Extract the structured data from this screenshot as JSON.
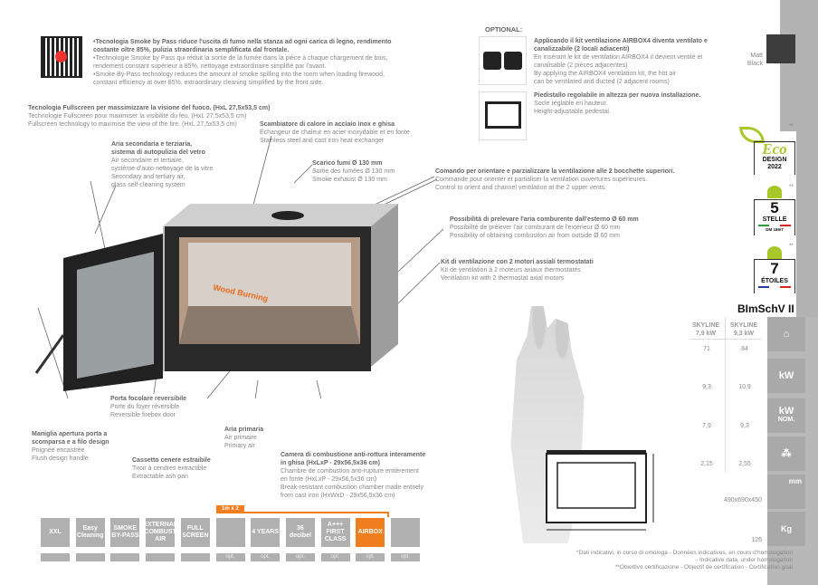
{
  "colors": {
    "accent": "#f07d1e",
    "gray": "#b0b0b0",
    "eco_green": "#a8c82a"
  },
  "top_text": {
    "it": "•Tecnologia Smoke by Pass riduce l'uscita di fumo nella stanza ad ogni carica di legno, rendimento costante oltre 85%, pulizia straordinaria semplificata dal frontale.",
    "fr": "•Technologie Smoke by Pass qui réduit la sortie de la fumée dans la pièce à chaque chargement de bois, rendement constant supérieur à 85%, nettoyage extraordinaire simplifié par l'avant.",
    "en": "•Smoke By-Pass technology reduces the amount of smoke spilling into the room when loading firewood, constant efficiency at over 85%, extraordinary cleaning simplified by the front side."
  },
  "callouts": {
    "fullscreen": {
      "it": "Tecnologia Fullscreen per massimizzare la visione del fuoco. (HxL 27,5x53,5 cm)",
      "fr": "Technologie Fullscreen pour maximiser la visibilité du feu. (HxL 27,5x53,5 cm)",
      "en": "Fullscreen technology to maximise the view of the fire. (HxL 27,5x53,5 cm)"
    },
    "air2": {
      "it1": "Aria secondaria e terziaria,",
      "it2": "sistema di autopulizia del vetro",
      "fr1": "Air secondaire et tertiaire,",
      "fr2": "système d'auto-nettoyage de la vitre",
      "en1": "Secondary and tertiary air,",
      "en2": "glass self-cleaning system"
    },
    "exchanger": {
      "it": "Scambiatore di calore in acciaio inox e ghisa",
      "fr": "Échangeur de chaleur en acier inoxydable et en fonte",
      "en": "Stainless steel and cast iron heat exchanger"
    },
    "smoke": {
      "it": "Scarico fumi Ø 130 mm",
      "fr": "Sortie des fumées Ø 130 mm",
      "en": "Smoke exhaust Ø 130 mm"
    },
    "control": {
      "it": "Comando per orientare e parzializzare la ventilazione alle 2 bocchette superiori.",
      "fr": "Commande pour orienter et partialiser la ventilation ouvertures supérieures.",
      "en": "Control to orient and channel ventilation at the 2 upper vents."
    },
    "outside_air": {
      "it": "Possibilità di prelevare l'aria comburente dall'esterno Ø 60 mm",
      "fr": "Possibilité de prélever l'air comburant de l'extérieur Ø 60 mm",
      "en": "Possibility of obtaining combustion air from outside Ø 60 mm"
    },
    "kit": {
      "it": "Kit di ventilazione con 2 motori assiali termostatati",
      "fr": "Kit de ventilation à 2 moteurs axiaux thermostatés",
      "en": "Ventilation kit with 2 thermostat axial motors"
    },
    "door": {
      "it": "Porta focolare reversibile",
      "fr": "Porte du foyer réversible",
      "en": "Reversible firebox door"
    },
    "handle": {
      "it1": "Maniglia apertura porta a",
      "it2": "scomparsa e a filo design",
      "fr": "Poignée encastrée",
      "en": "Flush design handle"
    },
    "ash": {
      "it": "Cassetto cenere estraibile",
      "fr": "Tiroir à cendres extractible",
      "en": "Extractable ash pan"
    },
    "primary": {
      "it": "Aria primaria",
      "fr": "Air primaire",
      "en": "Primary air"
    },
    "chamber": {
      "it1": "Camera di combustione anti-rottura interamente",
      "it2": "in ghisa (HxLxP - 29x56,5x36 cm)",
      "fr1": "Chambre de combustion anti-rupture entièrement",
      "fr2": "en fonte (HxLxP - 29x56,5x36 cm)",
      "en1": "Break-resistant combustion chamber made entirely",
      "en2": "from cast iron (HxWxD - 29x56,5x36 cm)"
    }
  },
  "optional": {
    "title": "OPTIONAL:",
    "airbox": {
      "it1": "Applicando il kit ventilazione AIRBOX4 diventa ventilato e",
      "it2": "canalizzabile (2 locali adiacenti)",
      "fr1": "En insérant le kit de ventilation AIRBOX4  il devient ventilé et",
      "fr2": "canalisable (2 pièces adjacentes)",
      "en1": "By applying the AIRBOX4 ventilation kit, the hot air",
      "en2": "can be ventilated and ducted (2 adjacent rooms)"
    },
    "pedestal": {
      "it": "Piedistallo regolabile in altezza per nuova installazione.",
      "fr": "Socle réglable en hauteur.",
      "en": "Height-adjustable pedestal."
    }
  },
  "finish": {
    "label1": "Matt",
    "label2": "Black",
    "color": "#3d3d3d"
  },
  "badges": {
    "mark": "**",
    "eco": "Eco",
    "eco_design": "DESIGN",
    "eco_year": "2022",
    "stelle_num": "5",
    "stelle": "STELLE",
    "stelle_dm": "DM 186/7",
    "etoiles_num": "7",
    "etoiles": "ÉTOILES",
    "bimsch": "BImSchV II"
  },
  "specs": {
    "columns": [
      {
        "name": "SKYLINE",
        "power": "7,9 kW"
      },
      {
        "name": "SKYLINE",
        "power": "9,3 kW"
      }
    ],
    "rows": [
      {
        "icon": "house-volume-icon",
        "values": [
          "71",
          "84"
        ]
      },
      {
        "icon": "kw-flame-icon",
        "label": "kW",
        "values": [
          "9,3",
          "10,9"
        ]
      },
      {
        "icon": "kw-nominal-icon",
        "label": "kW",
        "sub": "NOM.",
        "values": [
          "7,9",
          "9,3"
        ]
      },
      {
        "icon": "wood-logs-icon",
        "values": [
          "2,15",
          "2,55"
        ]
      },
      {
        "icon": "dimensions-icon",
        "label": "mm",
        "values": [
          "490x690x450"
        ]
      },
      {
        "icon": "weight-icon",
        "label": "Kg",
        "values": [
          "126"
        ]
      }
    ]
  },
  "features": {
    "group_label": "1m x 2",
    "items": [
      {
        "label": "XXL",
        "opt": ""
      },
      {
        "label": "Easy Cleaning",
        "opt": ""
      },
      {
        "label": "SMOKE BY-PASS",
        "opt": ""
      },
      {
        "label": "EXTERNAL COMBUST AIR",
        "opt": ""
      },
      {
        "label": "FULL SCREEN",
        "opt": ""
      },
      {
        "label": "",
        "opt": "opt."
      },
      {
        "label": "4 YEARS",
        "opt": "opt."
      },
      {
        "label": "36 decibel",
        "opt": "opt."
      },
      {
        "label": "A+++ FIRST CLASS",
        "opt": "opt."
      },
      {
        "label": "AIRBOX",
        "opt": "opt."
      },
      {
        "label": "",
        "opt": "opt."
      }
    ]
  },
  "footnotes": {
    "l1": "*Dati indicativi, in corso di omologa - Données indicatives, en cours d'homologation",
    "l2": "- Indicative data, under homologation",
    "l3": "**Obiettivo certificazione - Objectif de certification - Certification goal"
  }
}
